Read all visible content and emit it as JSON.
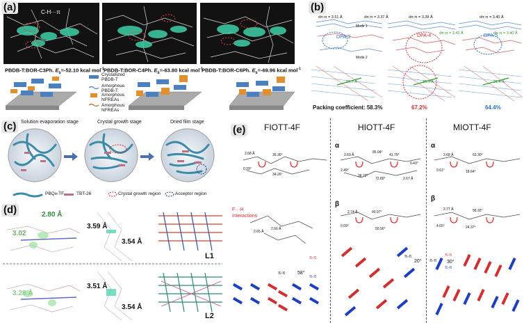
{
  "panels": {
    "a": {
      "label": "(a)",
      "views": [
        {
          "caption_prefix": "PBDB-T:BOR-C3Ph.",
          "e_sym": "E",
          "e_sub": "b",
          "e_value": "=-52.10 kcal mol",
          "e_sup": "-1"
        },
        {
          "caption_prefix": "PBDB-T:BOR-C4Ph.",
          "e_sym": "E",
          "e_sub": "b",
          "e_value": "=-63.80 kcal mol",
          "e_sup": "-1"
        },
        {
          "caption_prefix": "PBDB-T:BOR-C6Ph.",
          "e_sym": "E",
          "e_sub": "b",
          "e_value": "=-69.96 kcal mol",
          "e_sup": "-1"
        }
      ],
      "annot": "C-H···π",
      "legend": [
        "Crystallized PBDB-T",
        "Amorphous PBDB-T",
        "Amorphous NFREAs",
        "Amorphous NFREAs"
      ]
    },
    "b": {
      "label": "(b)",
      "mode1": "Mode 1",
      "mode2": "Mode 2",
      "ds1": [
        "dπ-π = 3.51 Å",
        "dπ-π = 3.37 Å"
      ],
      "ds2": [
        "dπ-π = 3.38 Å",
        "dπ-π = 3.42 Å"
      ],
      "ds3": [
        "dπ-π = 3.40 Å",
        "dπ-π = 3.40 Å"
      ],
      "dpa": [
        "DPA-3",
        "DPA-4",
        "DPA-5"
      ],
      "pack_label": "Packing coefficient:",
      "pack_values": [
        "58.3%",
        "67.2%",
        "64.4%"
      ],
      "pack_colors": [
        "#1a1a1a",
        "#d03030",
        "#2a6fc0"
      ],
      "grid_labels": [
        "16.7 Å",
        "16.9 Å",
        "21.4 Å"
      ]
    },
    "c": {
      "label": "(c)",
      "stages": [
        "Solution evaporation stage",
        "Crystal growth stage",
        "Dried film stage"
      ],
      "legend": [
        "PBQx-TF",
        "TBT-26",
        "Crystal growth region",
        "Acceptor region"
      ]
    },
    "d": {
      "label": "(d)",
      "top": {
        "dist_a": "2.80 Å",
        "dist_b": "3.02",
        "dist_c": "3.59 Å",
        "dist_d": "3.54 Å",
        "name": "L1"
      },
      "bottom": {
        "dist_a": "3.28 Å",
        "dist_c": "3.51 Å",
        "dist_d": "3.54 Å",
        "name": "L2"
      }
    },
    "e": {
      "label": "(e)",
      "columns": [
        {
          "title": "FIOTT-4F"
        },
        {
          "title": "HIOTT-4F"
        },
        {
          "title": "MIOTT-4F"
        }
      ],
      "alpha": "α",
      "beta": "β",
      "fh_label": "F···H",
      "fh_label2": "Interactions",
      "pipi": "π-π",
      "ang1": "58°",
      "ang2": "20°",
      "ang3": "30°",
      "f_angles": [
        "2.68 Å",
        "0.29°",
        "35.36°",
        "34.26°",
        "2.65 Å",
        "2.66 Å"
      ],
      "h_a": [
        "2.69 Å",
        "2.49°",
        "85.04°",
        "41.79°",
        "38.72°",
        "72.89°",
        "0.43°",
        "2.67 Å"
      ],
      "h_b": [
        "2.74 Å",
        "0.09°",
        "40.97°",
        "50.56°"
      ],
      "m_a": [
        "2.68 Å",
        "0.61°",
        "63.30°",
        "18.64°"
      ],
      "m_b": [
        "2.77 Å",
        "4.65°",
        "58.32°",
        "24.37°"
      ]
    }
  }
}
